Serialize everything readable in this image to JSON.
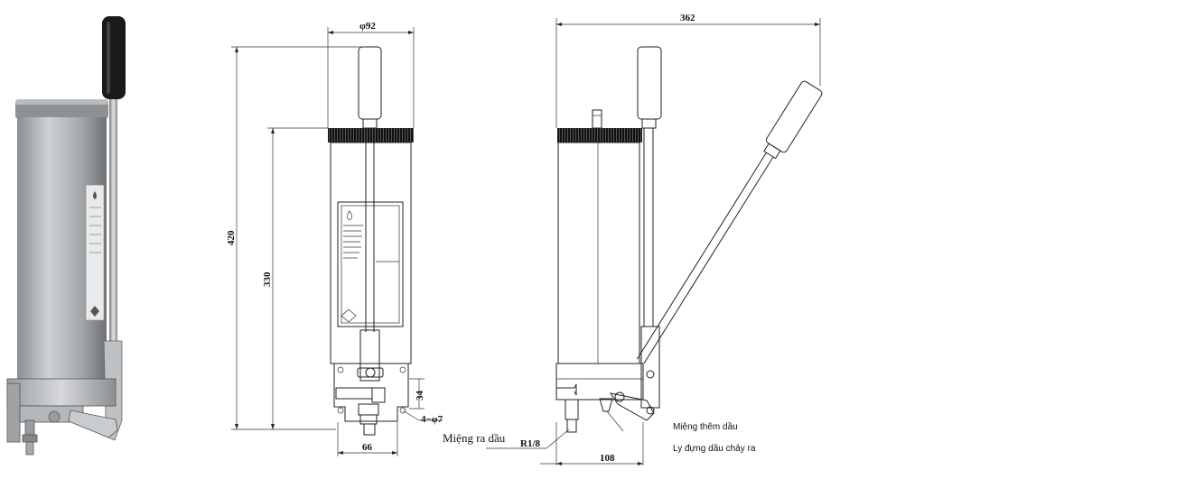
{
  "dimensions": {
    "top_diameter": "φ92",
    "total_height": "420",
    "reservoir_height": "330",
    "bracket_height": "34",
    "mounting_holes": "4−φ7",
    "base_width": "66",
    "handle_span": "362",
    "side_base_width": "108",
    "outlet_thread": "R1/8"
  },
  "labels": {
    "oil_outlet": "Miệng ra dầu",
    "oil_fill": "Miệng thêm dầu",
    "overflow_cup": "Ly đựng dầu chảy ra"
  },
  "colors": {
    "line": "#222222",
    "photo_body": "#a9acaf",
    "photo_handle": "#1a1a1a"
  }
}
